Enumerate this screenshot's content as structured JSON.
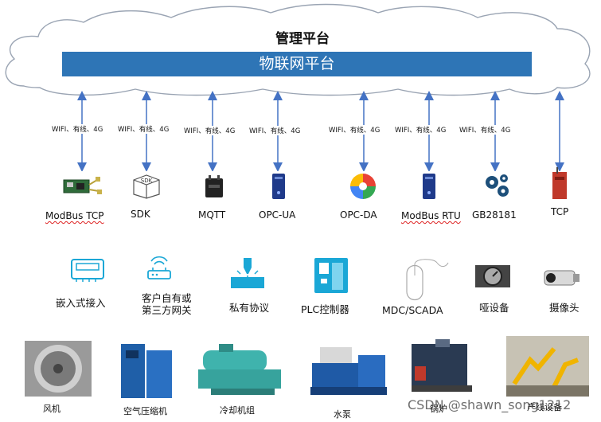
{
  "management_platform": {
    "title": "管理平台"
  },
  "iot_platform": {
    "label": "物联网平台"
  },
  "connections": [
    {
      "label": "WIFI、有线、4G",
      "protocol": "ModBus TCP"
    },
    {
      "label": "WIFI、有线、4G",
      "protocol": "SDK"
    },
    {
      "label": "WIFI、有线、4G",
      "protocol": "MQTT"
    },
    {
      "label": "WIFI、有线、4G",
      "protocol": "OPC-UA"
    },
    {
      "label": "WIFI、有线、4G",
      "protocol": "OPC-DA"
    },
    {
      "label": "WIFI、有线、4G",
      "protocol": "ModBus RTU"
    },
    {
      "label": "WIFI、有线、4G",
      "protocol": "GB28181"
    },
    {
      "label": "",
      "protocol": "TCP"
    }
  ],
  "access_methods": [
    {
      "label": "嵌入式接入",
      "icon": "embedded-device-icon"
    },
    {
      "label_line1": "客户自有或",
      "label_line2": "第三方网关",
      "icon": "gateway-icon"
    },
    {
      "label": "私有协议",
      "icon": "machining-icon"
    },
    {
      "label": "PLC控制器",
      "icon": "plc-icon"
    },
    {
      "label": "MDC/SCADA",
      "icon": "mouse-icon"
    },
    {
      "label": "哑设备",
      "icon": "gauge-icon"
    },
    {
      "label": "摄像头",
      "icon": "camera-icon"
    }
  ],
  "equipment": [
    {
      "label": "风机"
    },
    {
      "label": "空气压缩机"
    },
    {
      "label": "冷却机组"
    },
    {
      "label": "水泵"
    },
    {
      "label": "锅炉"
    },
    {
      "label": "产线设备"
    }
  ],
  "watermark": "CSDN @shawn_song1212",
  "colors": {
    "bar": "#2e75b6",
    "arrow": "#4472c4",
    "cloud_stroke": "#9aa4b3"
  }
}
